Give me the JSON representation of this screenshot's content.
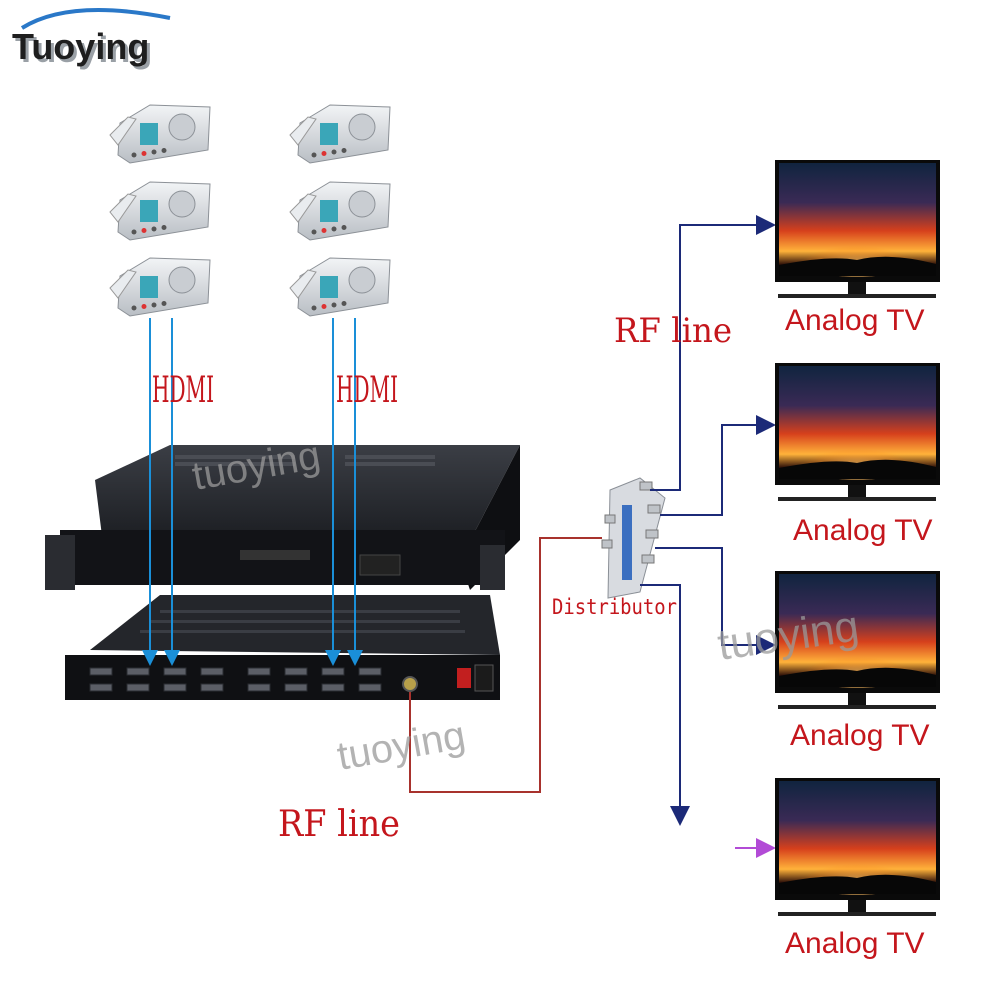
{
  "brand": {
    "logo_text": "Tuoying",
    "watermark": "tuoying"
  },
  "labels": {
    "hdmi_left": "HDMI",
    "hdmi_right": "HDMI",
    "rf_line_top": "RF line",
    "rf_line_bottom": "RF line",
    "distributor": "Distributor"
  },
  "tvs": [
    {
      "label": "Analog TV"
    },
    {
      "label": "Analog TV"
    },
    {
      "label": "Analog TV"
    },
    {
      "label": "Analog TV"
    }
  ],
  "colors": {
    "hdmi_line": "#1a8fd8",
    "rf_output_line": "#1c2a78",
    "rf_input_line": "#a8322d",
    "label_red": "#c4161c",
    "device_body": "#1d1f24",
    "arrow_purple": "#b24bd6"
  }
}
